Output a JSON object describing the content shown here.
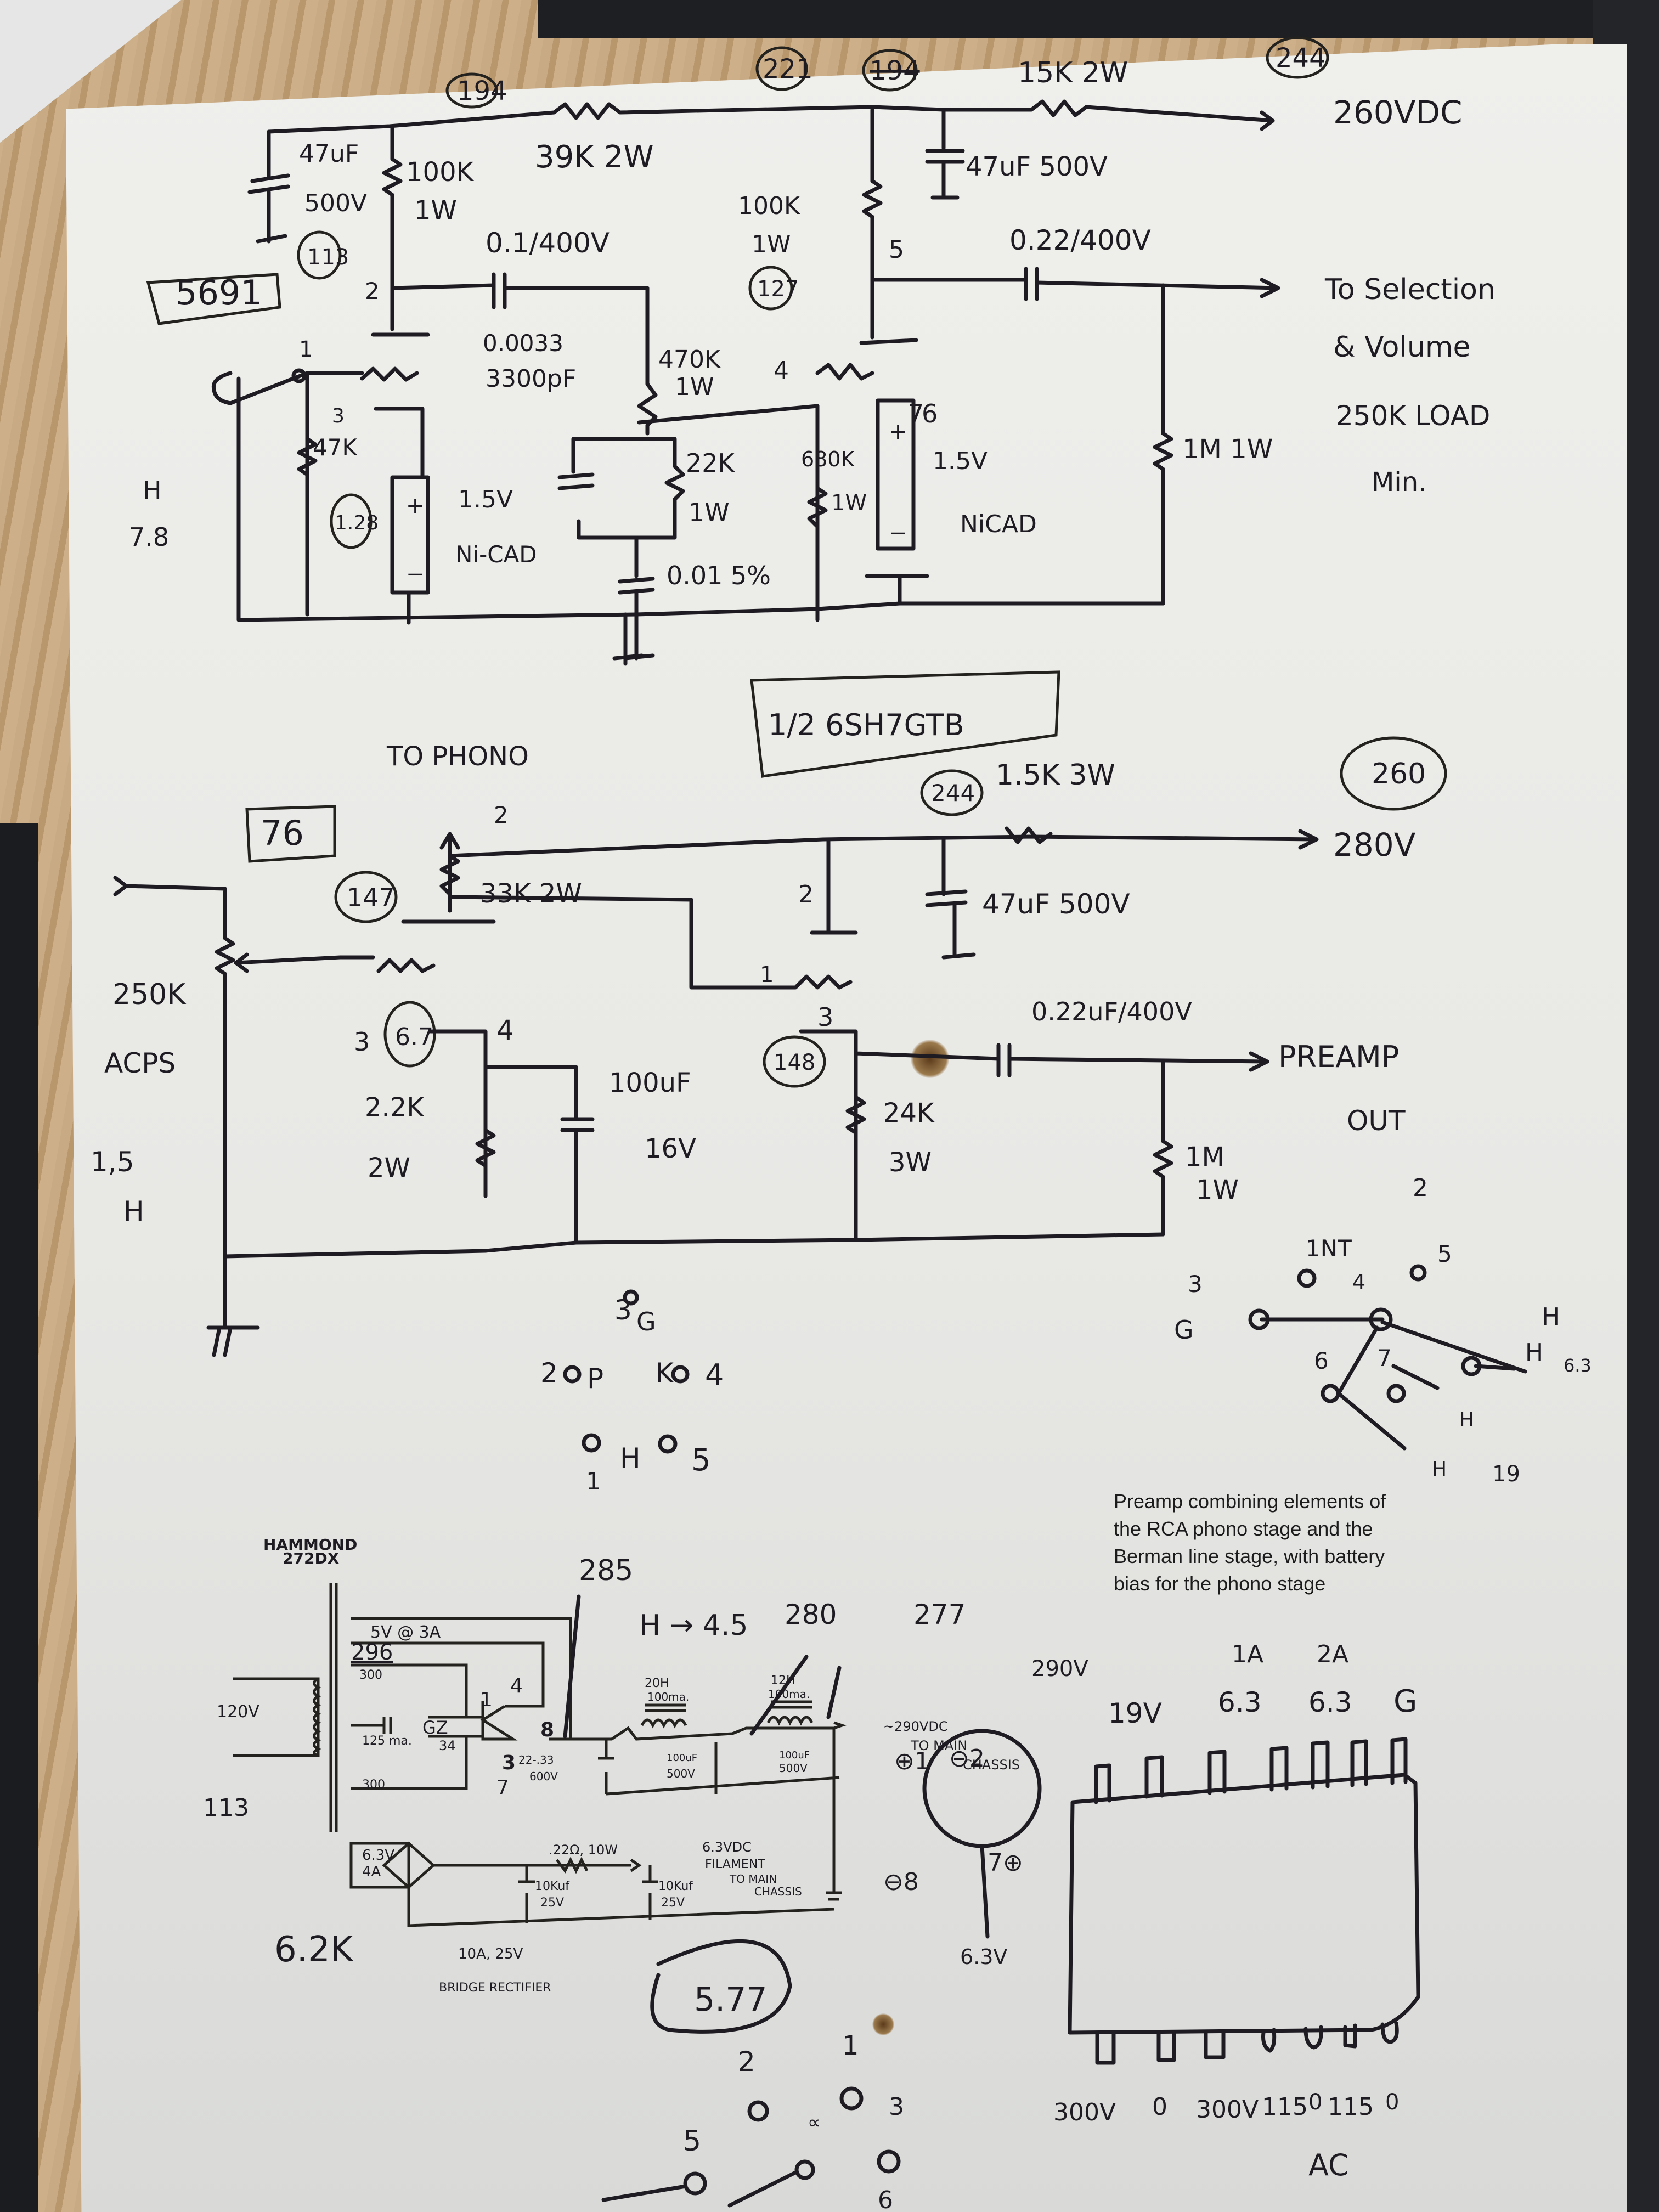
{
  "document": {
    "type": "hand-drawn vacuum tube preamp schematic",
    "printed_caption": [
      "Preamp combining elements of",
      "the RCA phono stage and the",
      "Berman line stage, with battery",
      "bias for the phono stage"
    ]
  },
  "phono_stage": {
    "tube_label": "5691",
    "node_voltages": [
      "194",
      "221",
      "194",
      "244",
      "113",
      "127",
      "1.28"
    ],
    "pin_labels": [
      "1",
      "2",
      "3",
      "4",
      "5",
      "6",
      "7"
    ],
    "components": {
      "c_supply_1": [
        "47uF",
        "500V"
      ],
      "r_plate_1": [
        "100K",
        "1W"
      ],
      "r_dropping": "39K 2W",
      "r_dropping_2": "15K 2W",
      "c_supply_2": "47uF 500V",
      "r_plate_2": [
        "100K",
        "1W"
      ],
      "c_coupling_1": "0.1/400V",
      "c_coupling_2": "0.22/400V",
      "c_riaa_1": [
        "0.0033",
        "3300pF"
      ],
      "r_riaa_1": [
        "470K",
        "1W"
      ],
      "r_riaa_2": [
        "22K",
        "1W"
      ],
      "c_riaa_2": "0.01 5%",
      "r_grid_1": "47K",
      "r_grid_2": [
        "680K",
        "1W"
      ],
      "r_load": "1M 1W",
      "battery_1": [
        "1.5V",
        "Ni-CAD"
      ],
      "battery_2": [
        "1.5V",
        "NiCAD"
      ]
    },
    "output_supply": "260VDC",
    "output_label": [
      "To Selection",
      "& Volume",
      "250K LOAD",
      "Min."
    ],
    "side_note": [
      "H",
      "7.8"
    ]
  },
  "line_stage": {
    "tube_label": "1/2 6SH7GTB",
    "box_label": "76",
    "input_label": "TO PHONO",
    "node_voltages": [
      "147",
      "244",
      "260",
      "6.7",
      "148"
    ],
    "pin_labels": [
      "2",
      "3",
      "4",
      "2",
      "1",
      "3"
    ],
    "components": {
      "r_screen": "33K 2W",
      "r_supply": "1.5K 3W",
      "c_supply": "47uF 500V",
      "volume_pot": "250K",
      "volume_pot_note": "ACPS",
      "r_cathode": [
        "2.2K",
        "2W"
      ],
      "c_cathode": [
        "100uF",
        "16V"
      ],
      "r_plate": [
        "24K",
        "3W"
      ],
      "c_out": "0.22uF/400V",
      "r_out": [
        "1M",
        "1W"
      ]
    },
    "supply_out": "280V",
    "output_label": [
      "PREAMP",
      "OUT"
    ],
    "side_note": [
      "1,5",
      "H"
    ]
  },
  "socket_sketches": {
    "octal_right": {
      "labels": [
        "1NT",
        "2",
        "3",
        "4",
        "5",
        "G",
        "H",
        "H",
        "6.3",
        "6",
        "7",
        "H",
        "H",
        "19"
      ]
    },
    "octal_center": {
      "labels": [
        "3",
        "G",
        "2",
        "P",
        "K",
        "4",
        "1",
        "H",
        "5"
      ]
    },
    "nine_pin_bottom": {
      "labels": [
        "2",
        "1",
        "3",
        "5",
        "6"
      ]
    }
  },
  "power_supply": {
    "transformer": [
      "HAMMOND",
      "272DX"
    ],
    "primary": "120V",
    "windings": [
      "5V @ 3A",
      "296",
      "300",
      "125 ma.",
      "300",
      "6.3V",
      "4A"
    ],
    "rectifier_tube": [
      "GZ",
      "34"
    ],
    "rectifier_pins": [
      "1",
      "4",
      "8",
      "3",
      "7"
    ],
    "c_input": [
      "22-.33",
      "600V"
    ],
    "choke_1": [
      "20H",
      "100ma."
    ],
    "choke_2": [
      "12H",
      "100ma."
    ],
    "c_filter_1": [
      "100uF",
      "500V"
    ],
    "c_filter_2": [
      "100uF",
      "500V"
    ],
    "voltages": [
      "285",
      "280",
      "277",
      "H → 4.5",
      "290V"
    ],
    "hv_out": [
      "~290VDC",
      "TO MAIN",
      "CHASSIS"
    ],
    "filament_r": ".22Ω, 10W",
    "filament_out": [
      "6.3VDC",
      "FILAMENT",
      "TO MAIN",
      "CHASSIS"
    ],
    "filament_caps": [
      [
        "10Kuf",
        "25V"
      ],
      [
        "10Kuf",
        "25V"
      ]
    ],
    "bridge": [
      "10A, 25V",
      "BRIDGE RECTIFIER"
    ],
    "notes": [
      "113",
      "6.2K",
      "5.77"
    ],
    "connector_pins": [
      "⊕1",
      "⊖2",
      "⊖8",
      "7⊕",
      "6.3V"
    ]
  },
  "transformer_pinout": {
    "top_labels": [
      "19V",
      "1A",
      "6.3",
      "2A",
      "6.3",
      "G"
    ],
    "bottom_labels": [
      "300V",
      "0",
      "300V",
      "115",
      "0",
      "115",
      "0"
    ],
    "bottom_note": "AC"
  }
}
